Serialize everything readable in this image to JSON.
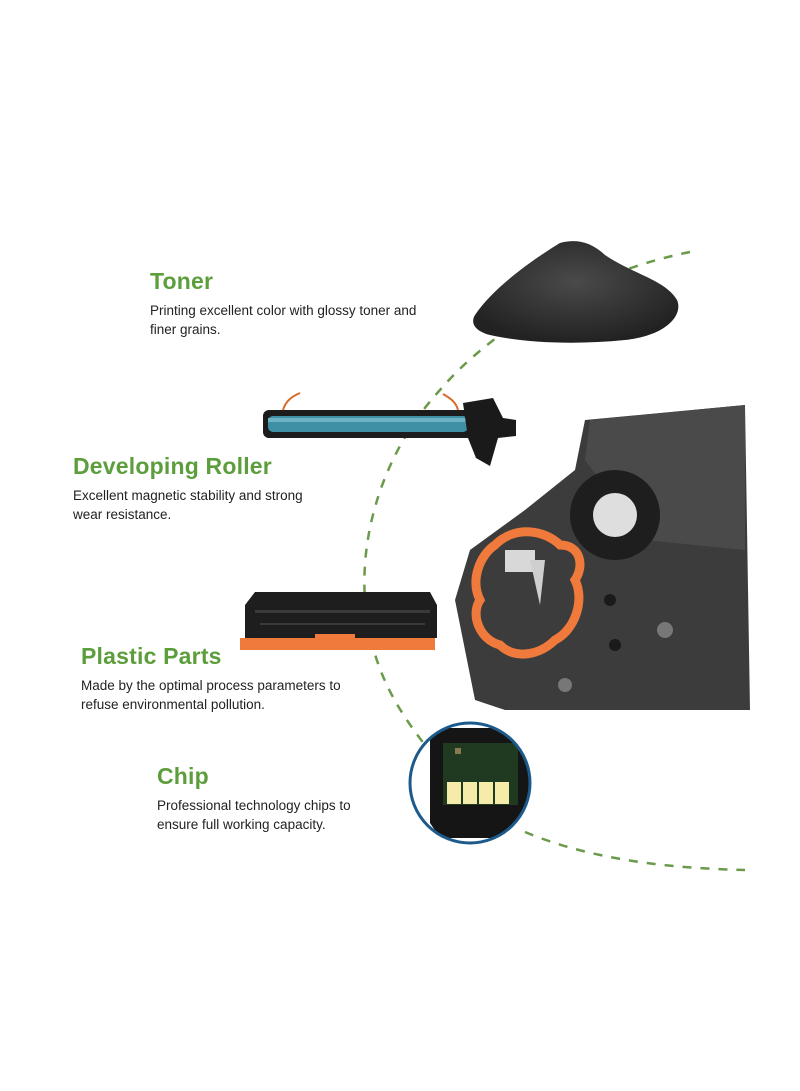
{
  "features": [
    {
      "title": "Toner",
      "desc_line1": "Printing excellent color with glossy toner and",
      "desc_line2": "finer grains."
    },
    {
      "title": "Developing Roller",
      "desc_line1": "Excellent magnetic stability and strong",
      "desc_line2": "wear resistance."
    },
    {
      "title": "Plastic Parts",
      "desc_line1": "Made by the optimal process parameters to",
      "desc_line2": "refuse environmental pollution."
    },
    {
      "title": "Chip",
      "desc_line1": "Professional technology chips to",
      "desc_line2": "ensure full working capacity."
    }
  ],
  "colors": {
    "heading_green": "#5d9e3c",
    "dash_green": "#6a9a4a",
    "body_text": "#222222",
    "roller_cyan": "#3f8fa5",
    "orange": "#f07a3c",
    "chip_ring": "#1d5a8c",
    "chip_pad": "#f5ecaa"
  },
  "images": {
    "toner_powder": "toner-powder-pile",
    "developing_roller": "developing-roller",
    "plastic_cartridge": "toner-cartridge-side",
    "cartridge_closeup": "cartridge-gear-closeup",
    "chip_closeup": "chip-closeup-circle"
  }
}
